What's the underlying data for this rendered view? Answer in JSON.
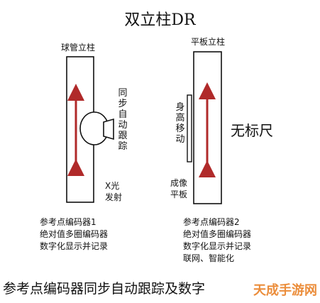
{
  "title": "双立柱DR",
  "left_column": {
    "label": "球管立柱",
    "tube_label": [
      "同",
      "步",
      "自",
      "动",
      "跟",
      "踪"
    ],
    "xray_label_line1": "X光",
    "xray_label_line2": "发射",
    "desc": [
      "参考点编码器1",
      "绝对值多圈编码器",
      "数字化显示并记录"
    ]
  },
  "right_column": {
    "label": "平板立柱",
    "moving_label": [
      "身",
      "高",
      "移",
      "动"
    ],
    "detector_label_line1": "成像",
    "detector_label_line2": "平板",
    "desc": [
      "参考点编码器2",
      "绝对值多圈编码器",
      "数字化显示并记录",
      "联网、智能化"
    ]
  },
  "middle_label": "无标尺",
  "caption": "参考点编码器同步自动跟踪及数字",
  "watermark": "天成手游网",
  "colors": {
    "arrow": "#b02a2a",
    "line": "#111111"
  }
}
